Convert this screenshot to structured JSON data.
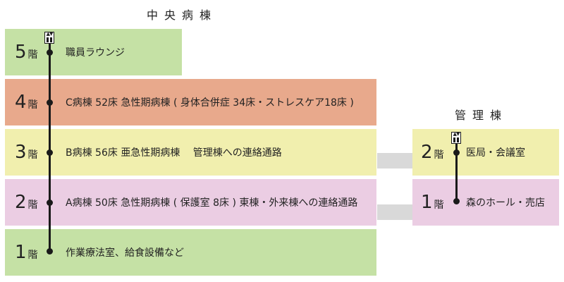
{
  "main_building": {
    "title": "中央病棟",
    "floors": [
      {
        "number": "5",
        "suffix": "階",
        "description": "職員ラウンジ",
        "color": "#c5e1a5"
      },
      {
        "number": "4",
        "suffix": "階",
        "description": "C病棟 52床 急性期病棟 ( 身体合併症 34床・ストレスケア18床 )",
        "color": "#e8a98c"
      },
      {
        "number": "3",
        "suffix": "階",
        "description": "B病棟 56床 亜急性期病棟　 管理棟への連絡通路",
        "color": "#f1efae"
      },
      {
        "number": "2",
        "suffix": "階",
        "description": "A病棟 50床 急性期病棟 ( 保護室 8床 ) 東棟・外来棟への連絡通路",
        "color": "#ebcde3"
      },
      {
        "number": "1",
        "suffix": "階",
        "description": "作業療法室、給食設備など",
        "color": "#c5e1a5"
      }
    ]
  },
  "admin_building": {
    "title": "管理棟",
    "floors": [
      {
        "number": "2",
        "suffix": "階",
        "description": "医局・会議室",
        "color": "#f1efae"
      },
      {
        "number": "1",
        "suffix": "階",
        "description": "森のホール・売店",
        "color": "#ebcde3"
      }
    ]
  },
  "icons": {
    "elevator": "elevator-icon"
  }
}
